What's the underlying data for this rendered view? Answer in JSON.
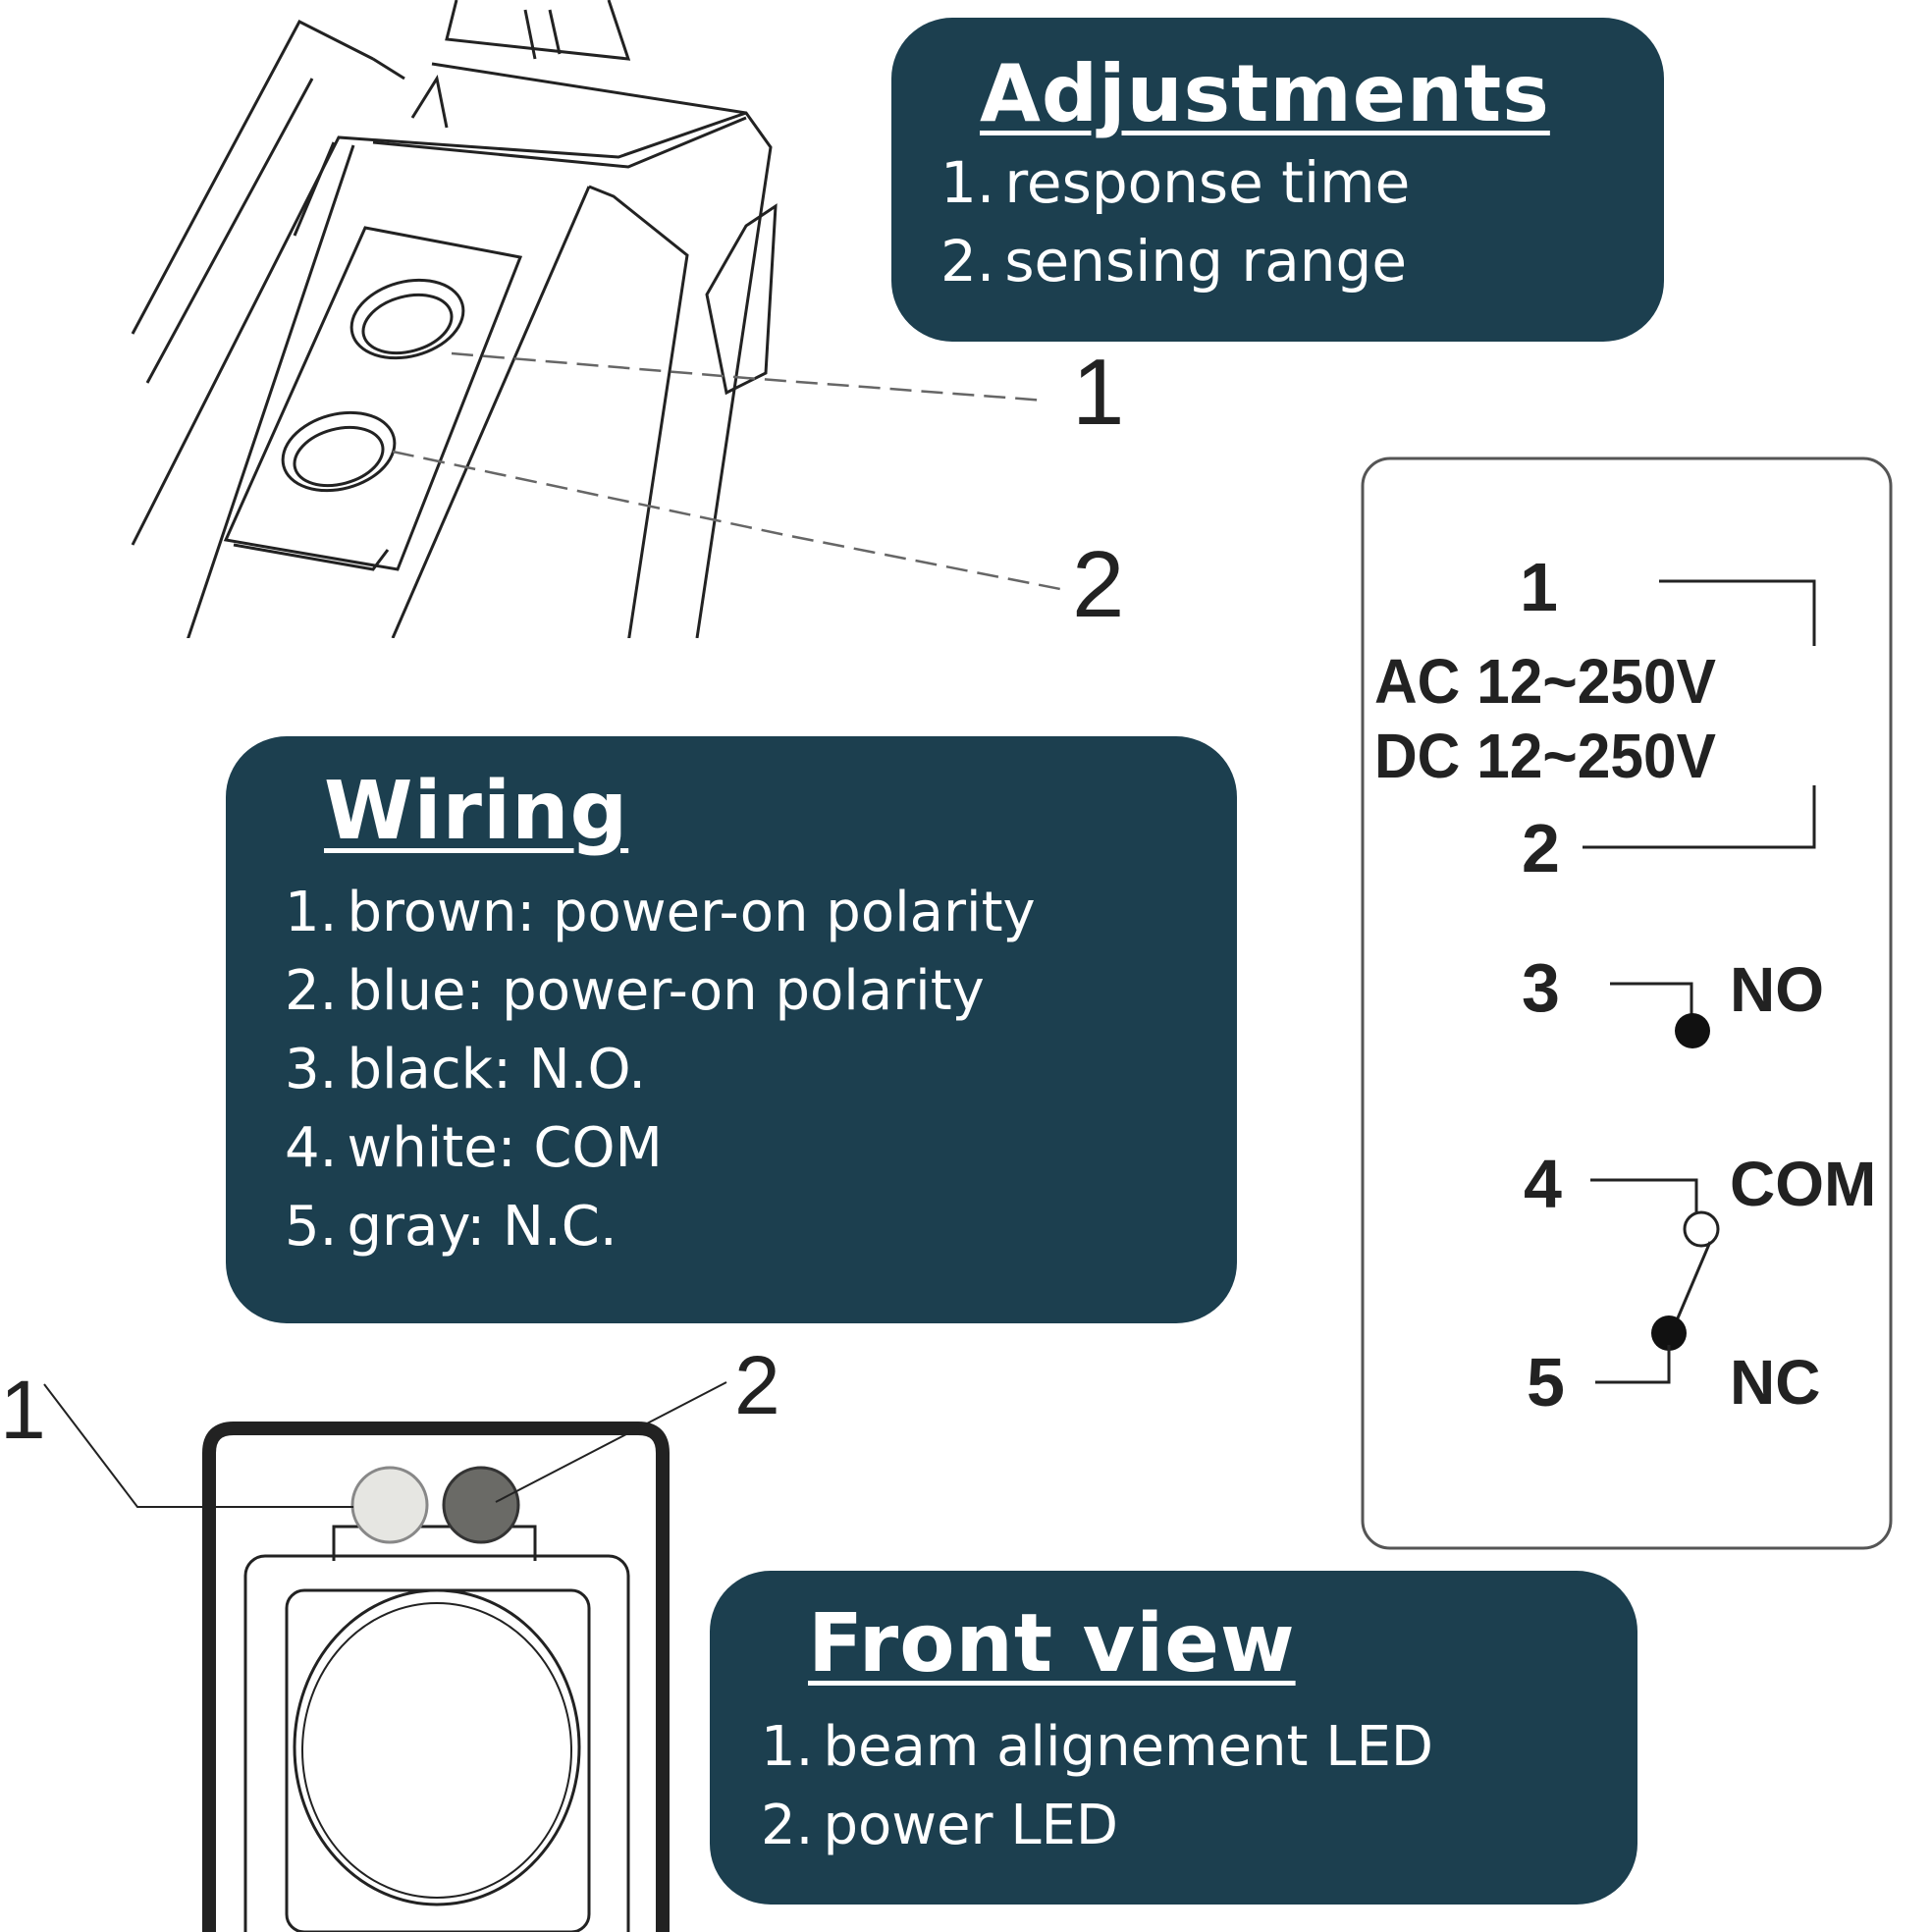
{
  "adjustments": {
    "title": "Adjustments",
    "items": [
      {
        "num": "1.",
        "text": "response time"
      },
      {
        "num": "2.",
        "text": "sensing range"
      }
    ]
  },
  "wiring": {
    "title": "Wiring",
    "items": [
      {
        "num": "1.",
        "text": "brown: power-on polarity"
      },
      {
        "num": "2.",
        "text": "blue: power-on polarity"
      },
      {
        "num": "3.",
        "text": "black: N.O."
      },
      {
        "num": "4.",
        "text": "white: COM"
      },
      {
        "num": "5.",
        "text": "gray: N.C."
      }
    ]
  },
  "front_view": {
    "title": "Front view",
    "items": [
      {
        "num": "1.",
        "text": "beam alignement LED"
      },
      {
        "num": "2.",
        "text": "power LED"
      }
    ]
  },
  "adjust_drawing": {
    "label_1": "1",
    "label_2": "2"
  },
  "wiring_diagram": {
    "pin_1": "1",
    "supply_ac": "AC 12~250V",
    "supply_dc": "DC 12~250V",
    "pin_2": "2",
    "pin_3": "3",
    "no": "NO",
    "pin_4": "4",
    "com": "COM",
    "pin_5": "5",
    "nc": "NC"
  },
  "front_drawing": {
    "label_1": "1",
    "label_2": "2"
  },
  "colors": {
    "callout_bg": "#1c3f4f",
    "callout_text": "#ffffff",
    "line": "#222222"
  }
}
